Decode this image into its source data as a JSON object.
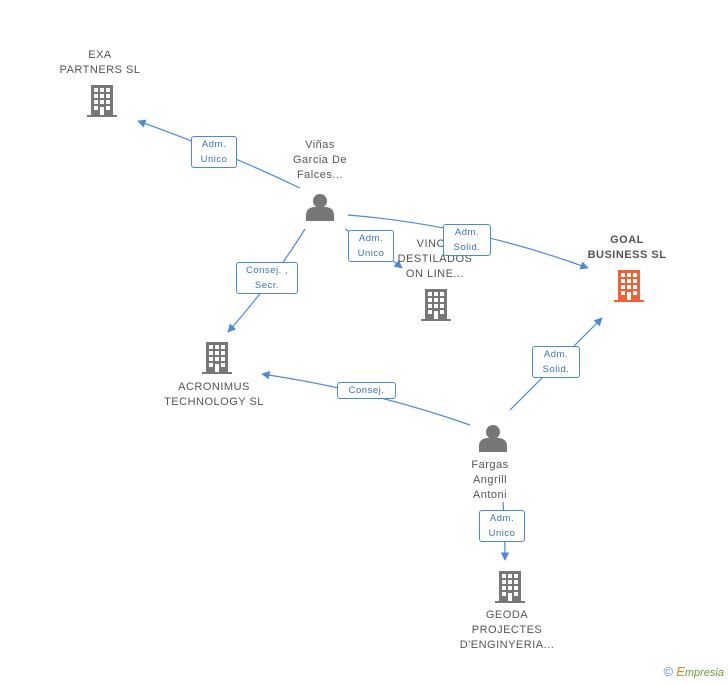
{
  "colors": {
    "edge": "#4a8ad8",
    "node_gray": "#777777",
    "node_focus": "#f0613a"
  },
  "nodes": {
    "exa": {
      "lines": [
        "EXA",
        "PARTNERS SL"
      ],
      "icon": "building-icon"
    },
    "vinas": {
      "lines": [
        "Viñas",
        "Garcia De",
        "Falces..."
      ],
      "icon": "person-icon"
    },
    "goal": {
      "lines": [
        "GOAL",
        "BUSINESS SL"
      ],
      "icon": "building-icon"
    },
    "vinos": {
      "lines": [
        "VINOS",
        "DESTILADOS",
        "ON LINE..."
      ],
      "icon": "building-icon"
    },
    "acronimus": {
      "lines": [
        "ACRONIMUS",
        "TECHNOLOGY SL"
      ],
      "icon": "building-icon"
    },
    "fargas": {
      "lines": [
        "Fargas",
        "Angrill",
        "Antoni"
      ],
      "icon": "person-icon"
    },
    "geoda": {
      "lines": [
        "GEODA",
        "PROJECTES",
        "D'ENGINYERIA..."
      ],
      "icon": "building-icon"
    }
  },
  "edges": {
    "vinas_exa": [
      "Adm.",
      "Unico"
    ],
    "vinas_goal": [
      "Adm.",
      "Solid."
    ],
    "vinas_vinos": [
      "Adm.",
      "Unico"
    ],
    "vinas_acronimus": [
      "Consej. ,",
      "Secr."
    ],
    "fargas_acronimus": [
      "Consej."
    ],
    "fargas_goal": [
      "Adm.",
      "Solid."
    ],
    "fargas_geoda": [
      "Adm.",
      "Unico"
    ]
  },
  "footer": {
    "copyright": "©",
    "brand_first": "E",
    "brand_rest": "mpresia"
  }
}
